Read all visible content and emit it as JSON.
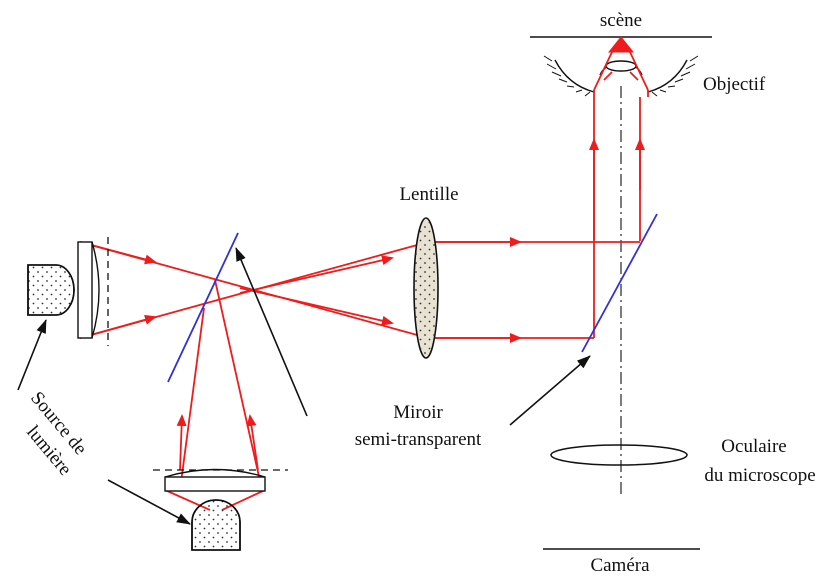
{
  "labels": {
    "scene": "scène",
    "objectif": "Objectif",
    "lentille": "Lentille",
    "miroir_line1": "Miroir",
    "miroir_line2": "semi-transparent",
    "oculaire_line1": "Oculaire",
    "oculaire_line2": "du microscope",
    "source_line1": "Source de",
    "source_line2": "lumière",
    "camera": "Caméra"
  },
  "colors": {
    "light_ray": "#ee1c1c",
    "mirror": "#3030dd",
    "outline": "#111111",
    "lens_fill": "#e8e2d2"
  }
}
